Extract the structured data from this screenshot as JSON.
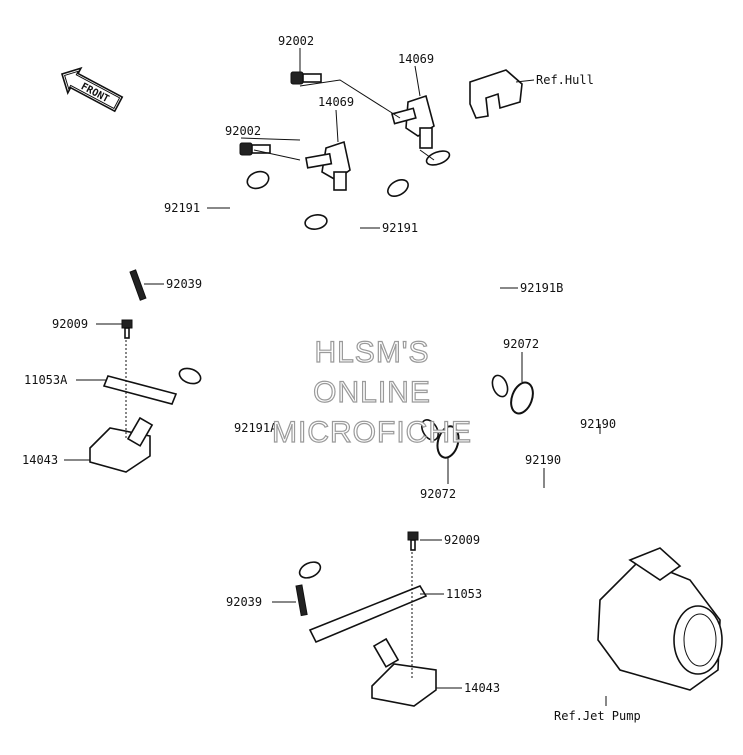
{
  "front_arrow_label": "FRONT",
  "watermark": [
    "HLSM'S",
    "ONLINE",
    "MICROFICHE"
  ],
  "labels": {
    "p92002_top": "92002",
    "p14069_top": "14069",
    "ref_hull": "Ref.Hull",
    "p92002_mid": "92002",
    "p14069_mid": "14069",
    "p92191_left": "92191",
    "p92191_center": "92191",
    "p92191B": "92191B",
    "p92039_top": "92039",
    "p92009_top": "92009",
    "p11053A": "11053A",
    "p14043_left": "14043",
    "p92072_upper": "92072",
    "p92191A": "92191A",
    "p92190_right": "92190",
    "p92190_mid": "92190",
    "p92072_lower": "92072",
    "p92009_bottom": "92009",
    "p11053": "11053",
    "p92039_bottom": "92039",
    "p14043_bottom": "14043",
    "ref_jet_pump": "Ref.Jet Pump"
  }
}
